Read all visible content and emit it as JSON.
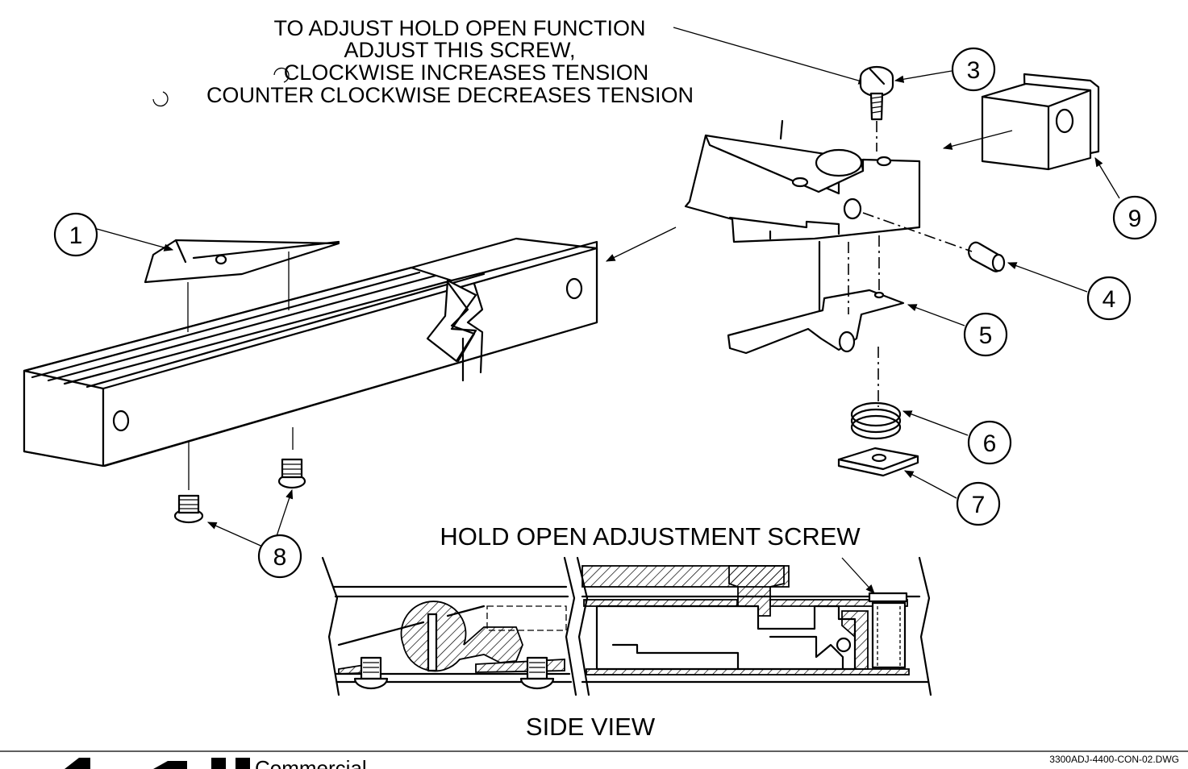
{
  "note": {
    "line1": "TO ADJUST HOLD OPEN FUNCTION",
    "line2": "ADJUST THIS SCREW,",
    "line3": "CLOCKWISE INCREASES TENSION",
    "line4": "COUNTER CLOCKWISE DECREASES TENSION"
  },
  "callouts": [
    "1",
    "3",
    "4",
    "5",
    "6",
    "7",
    "8",
    "9"
  ],
  "side_view": {
    "adjust_label": "HOLD OPEN ADJUSTMENT SCREW",
    "title": "SIDE VIEW"
  },
  "footer": {
    "drawing_number": "3300ADJ-4400-CON-02.DWG",
    "fragment_text": "Commercial..."
  }
}
